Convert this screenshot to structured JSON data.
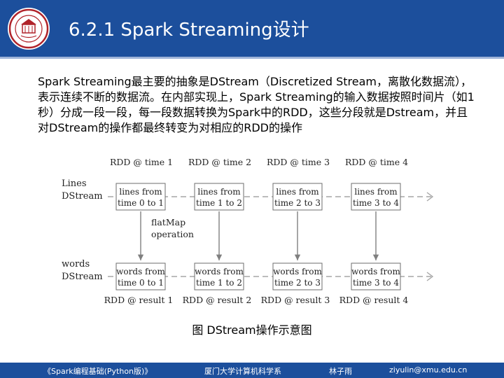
{
  "slide": {
    "title": "6.2.1 Spark Streaming设计",
    "intro": "Spark Streaming最主要的抽象是DStream（Discretized Stream，离散化数据流），表示连续不断的数据流。在内部实现上，Spark Streaming的输入数据按照时间片（如1秒）分成一段一段，每一段数据转换为Spark中的RDD，这些分段就是Dstream，并且对DStream的操作都最终转变为对相应的RDD的操作",
    "caption": "图 DStream操作示意图"
  },
  "diagram": {
    "top_labels": [
      "RDD @ time 1",
      "RDD @ time 2",
      "RDD @ time 3",
      "RDD @ time 4"
    ],
    "row1_label": [
      "Lines",
      "DStream"
    ],
    "row1_boxes": [
      [
        "lines from",
        "time 0 to 1"
      ],
      [
        "lines from",
        "time 1 to 2"
      ],
      [
        "lines from",
        "time 2 to 3"
      ],
      [
        "lines from",
        "time 3 to 4"
      ]
    ],
    "operation_label": [
      "flatMap",
      "operation"
    ],
    "row2_label": [
      "words",
      "DStream"
    ],
    "row2_boxes": [
      [
        "words from",
        "time 0 to 1"
      ],
      [
        "words from",
        "time 1 to 2"
      ],
      [
        "words from",
        "time 2 to 3"
      ],
      [
        "words from",
        "time 3 to 4"
      ]
    ],
    "bottom_labels": [
      "RDD @ result 1",
      "RDD @ result 2",
      "RDD @ result 3",
      "RDD @ result 4"
    ],
    "colors": {
      "dashed": "#a6a6a6",
      "box_border": "#6e6e6e",
      "box_fill": "#ffffff",
      "arrow": "#7f7f7f"
    }
  },
  "footer": {
    "book": "《Spark编程基础(Python版)》",
    "dept": "厦门大学计算机科学系",
    "author": "林子雨",
    "email": "ziyulin@xmu.edu.cn"
  },
  "colors": {
    "header_bg": "#1c4f9c",
    "header_line": "#9fb4d8",
    "logo_red": "#b0232a"
  }
}
